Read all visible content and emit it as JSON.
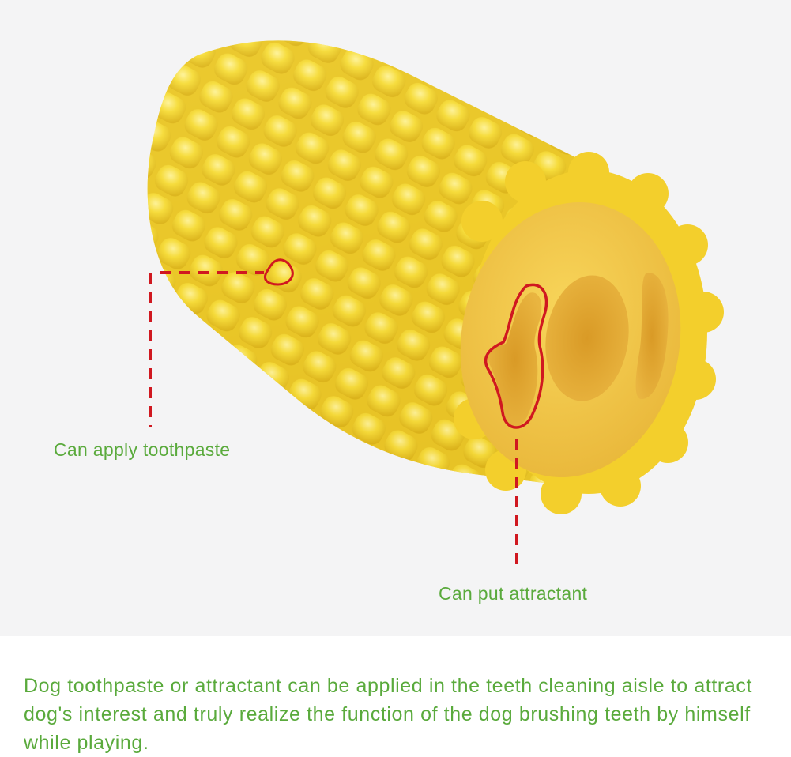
{
  "figure": {
    "subject": "corn-shaped dog chew toothbrush toy",
    "colors": {
      "background_top": "#f4f4f5",
      "background_bottom": "#ffffff",
      "text_green": "#5aaa3c",
      "callout_red": "#d01820",
      "corn_yellow": "#f5dc3a",
      "end_cap_yellow": "#f2c642"
    },
    "callouts": [
      {
        "label": "Can apply toothpaste"
      },
      {
        "label": "Can put attractant"
      }
    ],
    "description": "Dog toothpaste or attractant can be applied in the teeth cleaning aisle to attract dog's interest and truly realize the function of the dog brushing teeth by himself while playing."
  }
}
